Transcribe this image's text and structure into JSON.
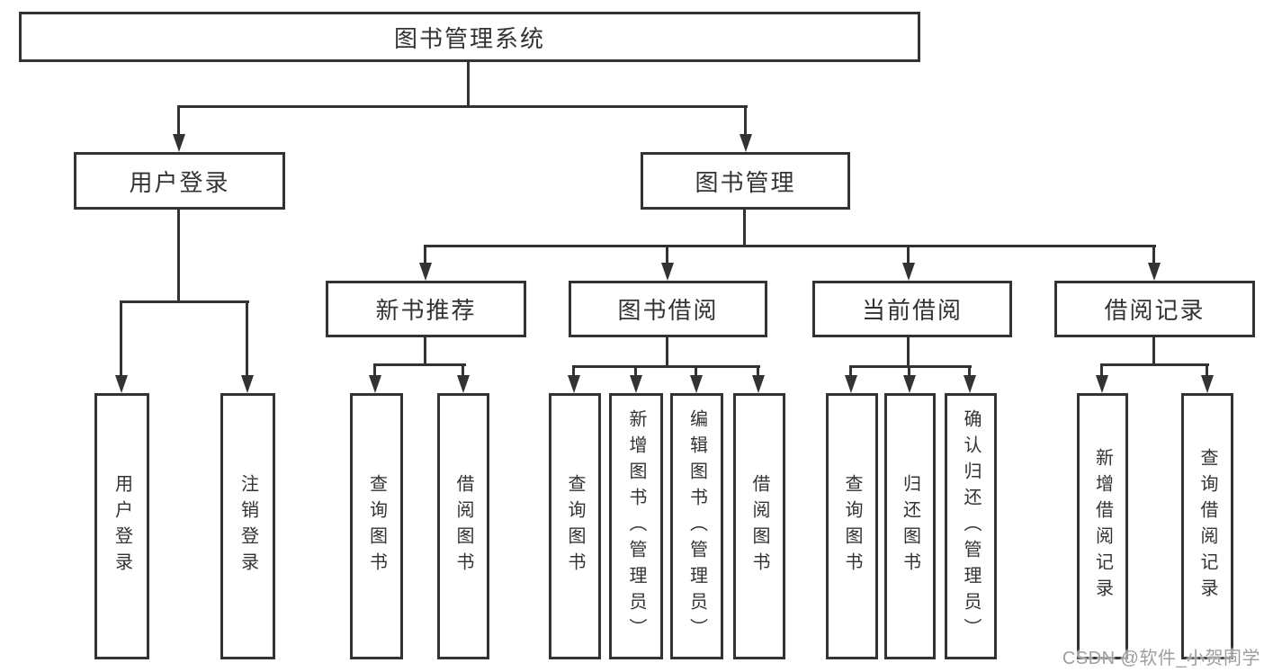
{
  "title": "图书管理系统",
  "nodes": {
    "root": "图书管理系统",
    "level2": {
      "user_login": "用户登录",
      "book_mgmt": "图书管理"
    },
    "level3": {
      "new_books": "新书推荐",
      "book_borrow": "图书借阅",
      "current_borrow": "当前借阅",
      "borrow_records": "借阅记录"
    },
    "leaves": {
      "user_login": "用户登录",
      "logout": "注销登录",
      "nb_query": "查询图书",
      "nb_borrow": "借阅图书",
      "bb_query": "查询图书",
      "bb_add": "新增图书（管理员）",
      "bb_edit": "编辑图书（管理员）",
      "bb_borrow": "借阅图书",
      "cb_query": "查询图书",
      "cb_return": "归还图书",
      "cb_confirm": "确认归还（管理员）",
      "br_add": "新增借阅记录",
      "br_query": "查询借阅记录"
    }
  },
  "watermark": "CSDN @软件_小贺同学",
  "colors": {
    "line": "#333333",
    "text": "#333333",
    "watermark": "#9e9e9e",
    "background": "#ffffff"
  }
}
